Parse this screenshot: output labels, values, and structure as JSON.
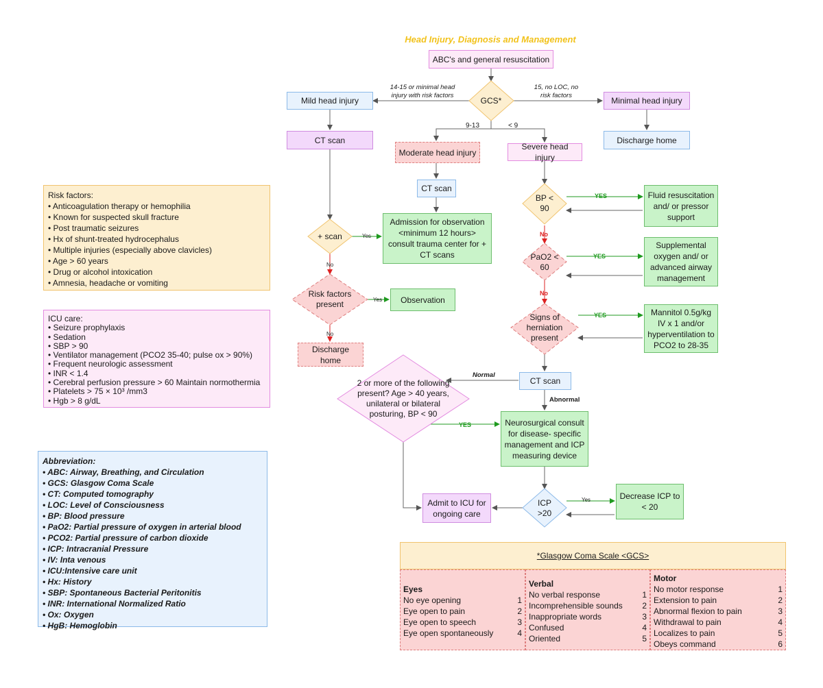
{
  "title": "Head Injury, Diagnosis and Management",
  "nodes": {
    "abc": "ABC's and general resuscitation",
    "gcs": "GCS*",
    "mild": "Mild head injury",
    "minimal": "Minimal head injury",
    "ct_mild": "CT scan",
    "discharge_home_1": "Discharge home",
    "moderate": "Moderate head injury",
    "severe": "Severe head injury",
    "ct_moderate": "CT scan",
    "plus_scan": "+ scan",
    "admission": "Admission for observation <minimum 12 hours> consult trauma center for + CT scans",
    "risk_present": "Risk factors present",
    "observation": "Observation",
    "discharge_home_2": "Discharge home",
    "bp": "BP < 90",
    "fluid": "Fluid resuscitation and/ or pressor support",
    "pao2": "PaO2 < 60",
    "oxygen": "Supplemental oxygen and/ or advanced airway management",
    "herniation": "Signs of herniation present",
    "mannitol": "Mannitol 0.5g/kg IV x 1 and/or hyperventilation to PCO2 to 28-35",
    "ct_severe": "CT scan",
    "two_or_more": "2 or more of the following present? Age > 40 years, unilateral or bilateral posturing, BP < 90",
    "neurosurgical": "Neurosurgical consult for disease- specific management and ICP measuring device",
    "icp": "ICP >20",
    "decrease_icp": "Decrease  ICP to < 20",
    "admit_icu": "Admit to ICU for ongoing care"
  },
  "edge_labels": {
    "mild_criteria": "14-15 or minimal head injury with risk factors",
    "minimal_criteria": "15, no LOC, no risk factors",
    "moderate_range": "9-13",
    "severe_range": "< 9",
    "yes_cap": "YES",
    "no_cap": "No",
    "yes_small": "Yes",
    "no_small": "No",
    "normal": "Normal",
    "abnormal": "Abnormal"
  },
  "risk_factors": {
    "heading": "Risk factors:",
    "items": [
      "• Anticoagulation therapy or hemophilia",
      "• Known for suspected skull fracture",
      "• Post traumatic seizures",
      "• Hx of shunt-treated hydrocephalus",
      "•  Multiple injuries (especially above clavicles)",
      "• Age > 60 years",
      "• Drug or alcohol intoxication",
      "• Amnesia, headache or vomiting"
    ]
  },
  "icu_care": {
    "heading": "ICU care:",
    "items": [
      "•  Seizure prophylaxis",
      "• Sedation",
      "• SBP > 90",
      "• Ventilator management (PCO2 35-40; pulse ox > 90%)",
      "•  Frequent neurologic assessment",
      "• INR < 1.4",
      "• Cerebral perfusion pressure > 60 Maintain normothermia",
      "• Platelets > 75 × 10³ /mm3",
      "• Hgb > 8 g/dL"
    ]
  },
  "abbreviations": {
    "heading": "Abbreviation:",
    "items": [
      "• ABC:  Airway, Breathing, and Circulation",
      "• GCS:  Glasgow Coma Scale",
      "• CT:  Computed tomography",
      "• LOC: Level of Consciousness",
      "• BP: Blood pressure",
      "• PaO2: Partial pressure of oxygen in arterial blood",
      "• PCO2: Partial pressure of carbon dioxide",
      "• ICP:  Intracranial Pressure",
      "• IV: Inta venous",
      "• ICU:Intensive care unit",
      "• Hx: History",
      "• SBP: Spontaneous Bacterial Peritonitis",
      "• INR: International Normalized Ratio",
      "• Ox: Oxygen",
      "• HgB: Hemoglobin"
    ]
  },
  "gcs_table": {
    "title": "*Glasgow Coma Scale <GCS>",
    "eyes": {
      "heading": "Eyes",
      "rows": [
        {
          "label": "No eye opening",
          "score": "1"
        },
        {
          "label": "Eye open to pain",
          "score": "2"
        },
        {
          "label": "Eye open to speech",
          "score": "3"
        },
        {
          "label": "Eye open spontaneously",
          "score": "4"
        }
      ]
    },
    "verbal": {
      "heading": "Verbal",
      "rows": [
        {
          "label": "No verbal response",
          "score": "1"
        },
        {
          "label": "Incomprehensible sounds",
          "score": "2"
        },
        {
          "label": "Inappropriate words",
          "score": "3"
        },
        {
          "label": "Confused",
          "score": "4"
        },
        {
          "label": "Oriented",
          "score": "5"
        }
      ]
    },
    "motor": {
      "heading": "Motor",
      "rows": [
        {
          "label": "No motor response",
          "score": "1"
        },
        {
          "label": "Extension to pain",
          "score": "2"
        },
        {
          "label": "Abnormal flexion to pain",
          "score": "3"
        },
        {
          "label": "Withdrawal to pain",
          "score": "4"
        },
        {
          "label": "Localizes to pain",
          "score": "5"
        },
        {
          "label": "Obeys command",
          "score": "6"
        }
      ]
    }
  }
}
